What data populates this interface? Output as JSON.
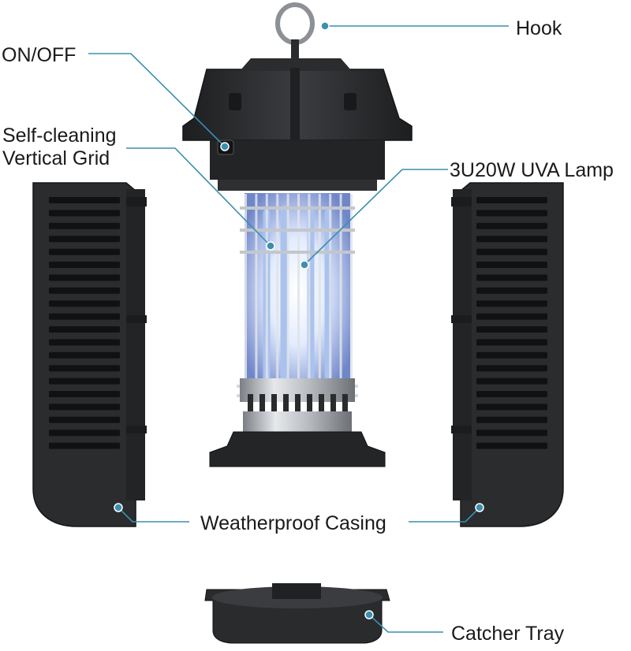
{
  "labels": {
    "hook": "Hook",
    "on_off": "ON/OFF",
    "grid_line1": "Self-cleaning",
    "grid_line2": "Vertical Grid",
    "lamp": "3U20W UVA Lamp",
    "casing": "Weatherproof Casing",
    "tray": "Catcher Tray"
  },
  "colors": {
    "leader": "#3b8fb0",
    "dot": "#3b8fb0",
    "plastic": "#2f3032",
    "plastic_dark": "#1e1f21",
    "plastic_light": "#45474a",
    "metal": "#c9ccd0",
    "uv_glow": "#eef4ff",
    "uv_tube": "#9fb8e8"
  }
}
